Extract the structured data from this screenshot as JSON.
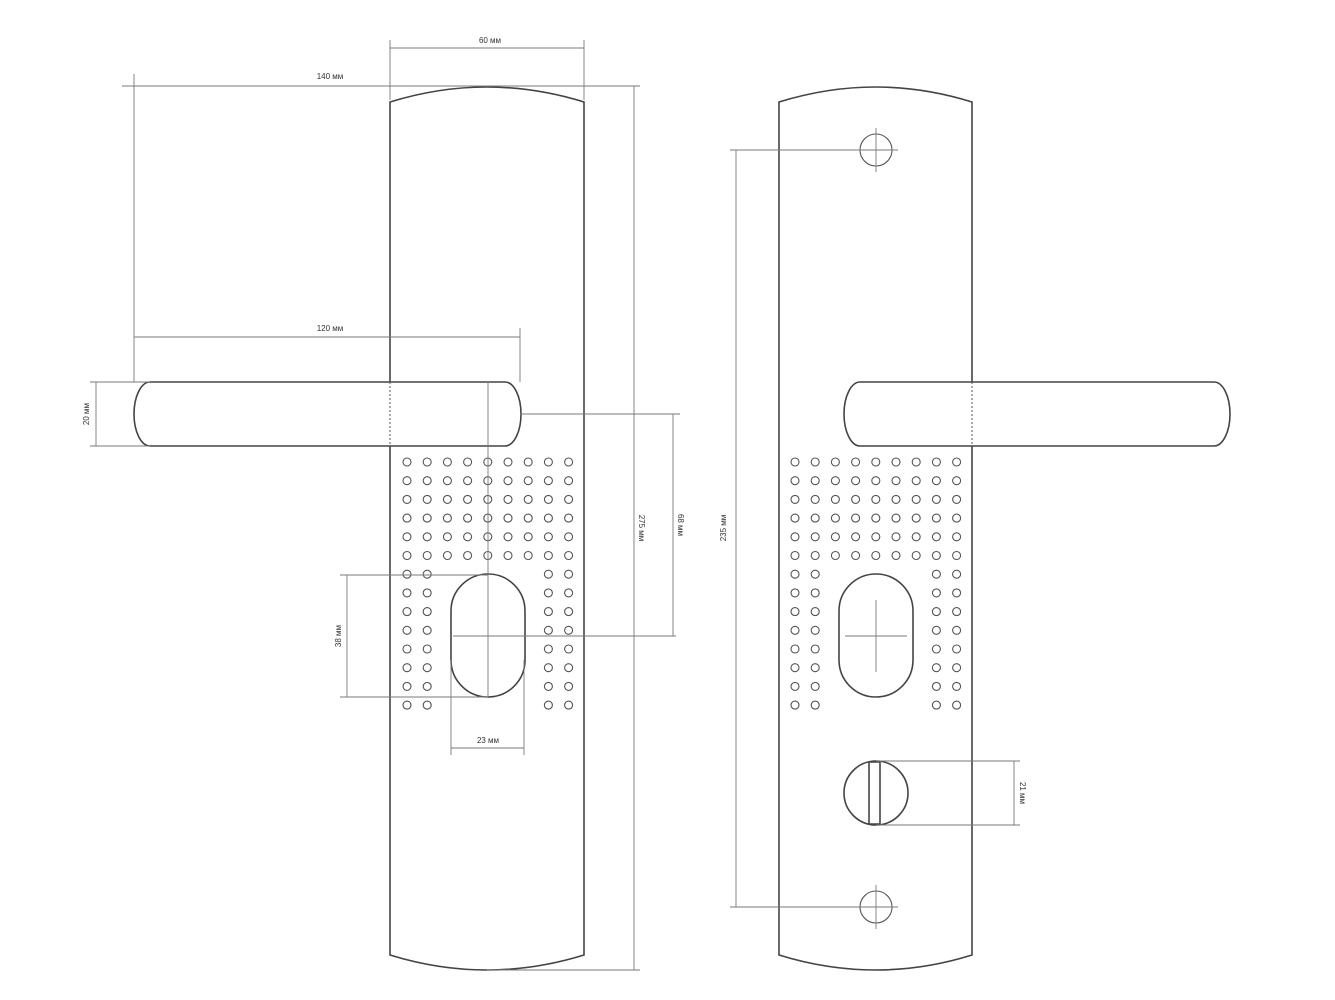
{
  "dimensions": {
    "plate_width": "60 мм",
    "lever_length_total": "140 мм",
    "lever_length": "120 мм",
    "lever_thickness": "20 мм",
    "plate_height": "275 мм",
    "handle_to_cylinder": "68 мм",
    "cylinder_height": "38 мм",
    "cylinder_width": "23 мм",
    "screw_spacing": "235 мм",
    "turn_knob_diameter": "21 мм"
  },
  "colors": {
    "outline": "#444444",
    "dimension_line": "#7a7a7a",
    "background": "#ffffff"
  }
}
